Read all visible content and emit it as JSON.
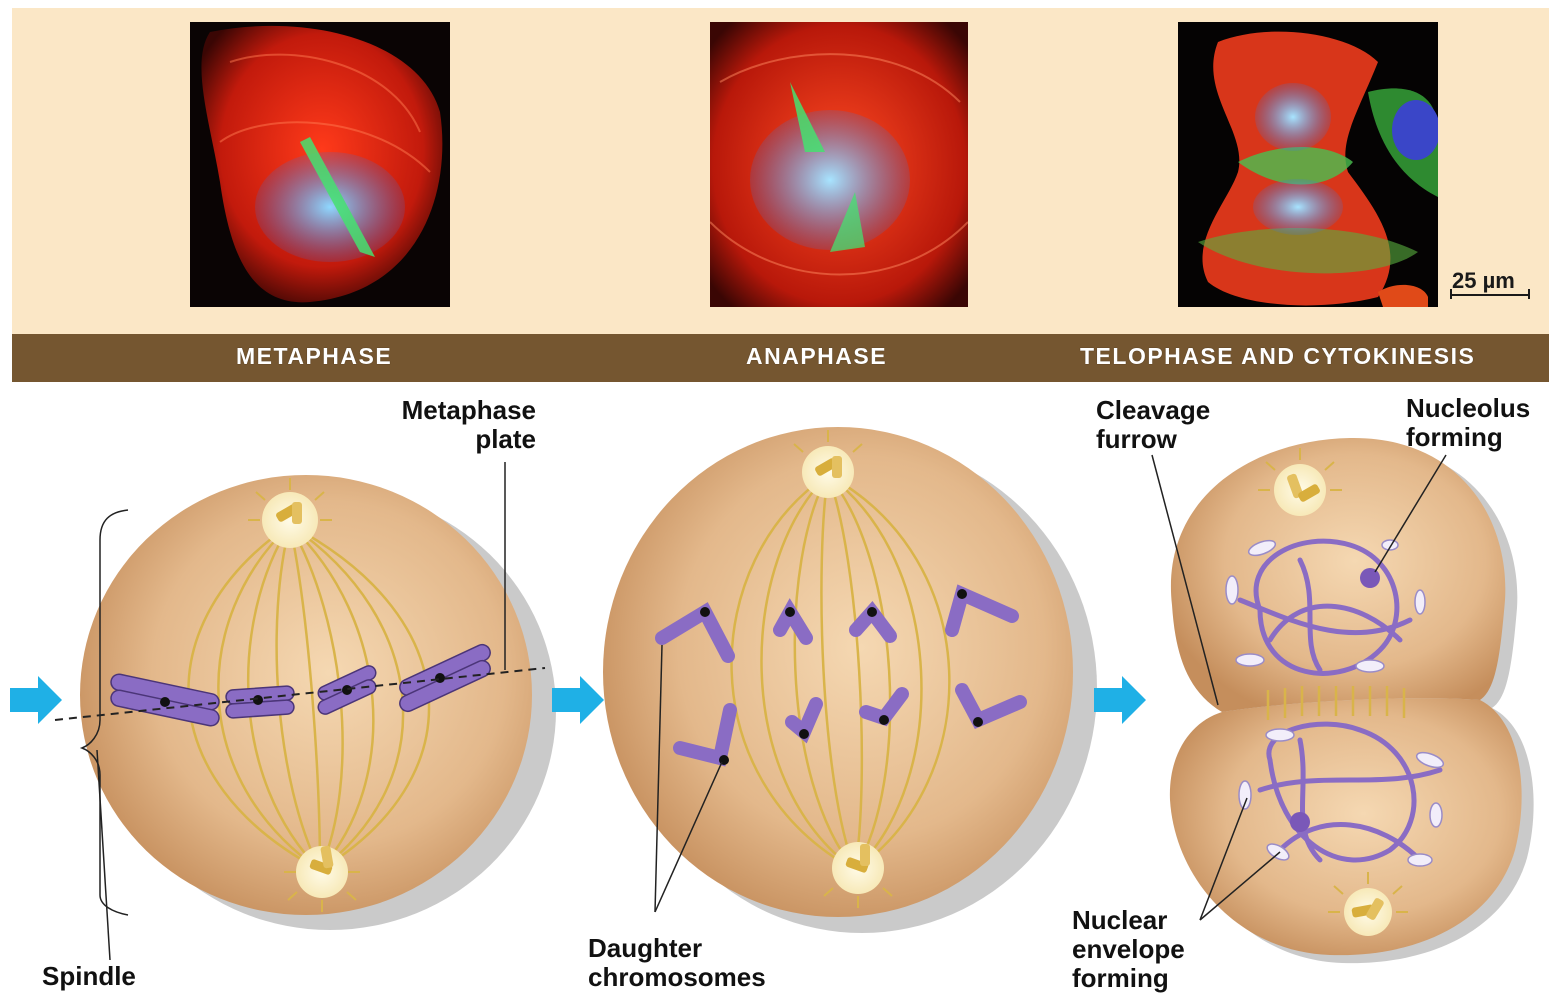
{
  "phases": {
    "metaphase": "METAPHASE",
    "anaphase": "ANAPHASE",
    "telophase": "TELOPHASE AND CYTOKINESIS"
  },
  "scale_bar": "25 µm",
  "labels": {
    "metaphase_plate_1": "Metaphase",
    "metaphase_plate_2": "plate",
    "cleavage_furrow_1": "Cleavage",
    "cleavage_furrow_2": "furrow",
    "nucleolus_forming_1": "Nucleolus",
    "nucleolus_forming_2": "forming",
    "spindle": "Spindle",
    "daughter_chromosomes_1": "Daughter",
    "daughter_chromosomes_2": "chromosomes",
    "nuclear_envelope_1": "Nuclear",
    "nuclear_envelope_2": "envelope",
    "nuclear_envelope_3": "forming"
  },
  "colors": {
    "panel_bg": "#fbe7c6",
    "band_bg": "#755630",
    "cell_fill": "#e2b98e",
    "chromosome": "#8a6cc4",
    "spindle_fiber": "#d9b44a",
    "arrow": "#1fb0e6"
  }
}
